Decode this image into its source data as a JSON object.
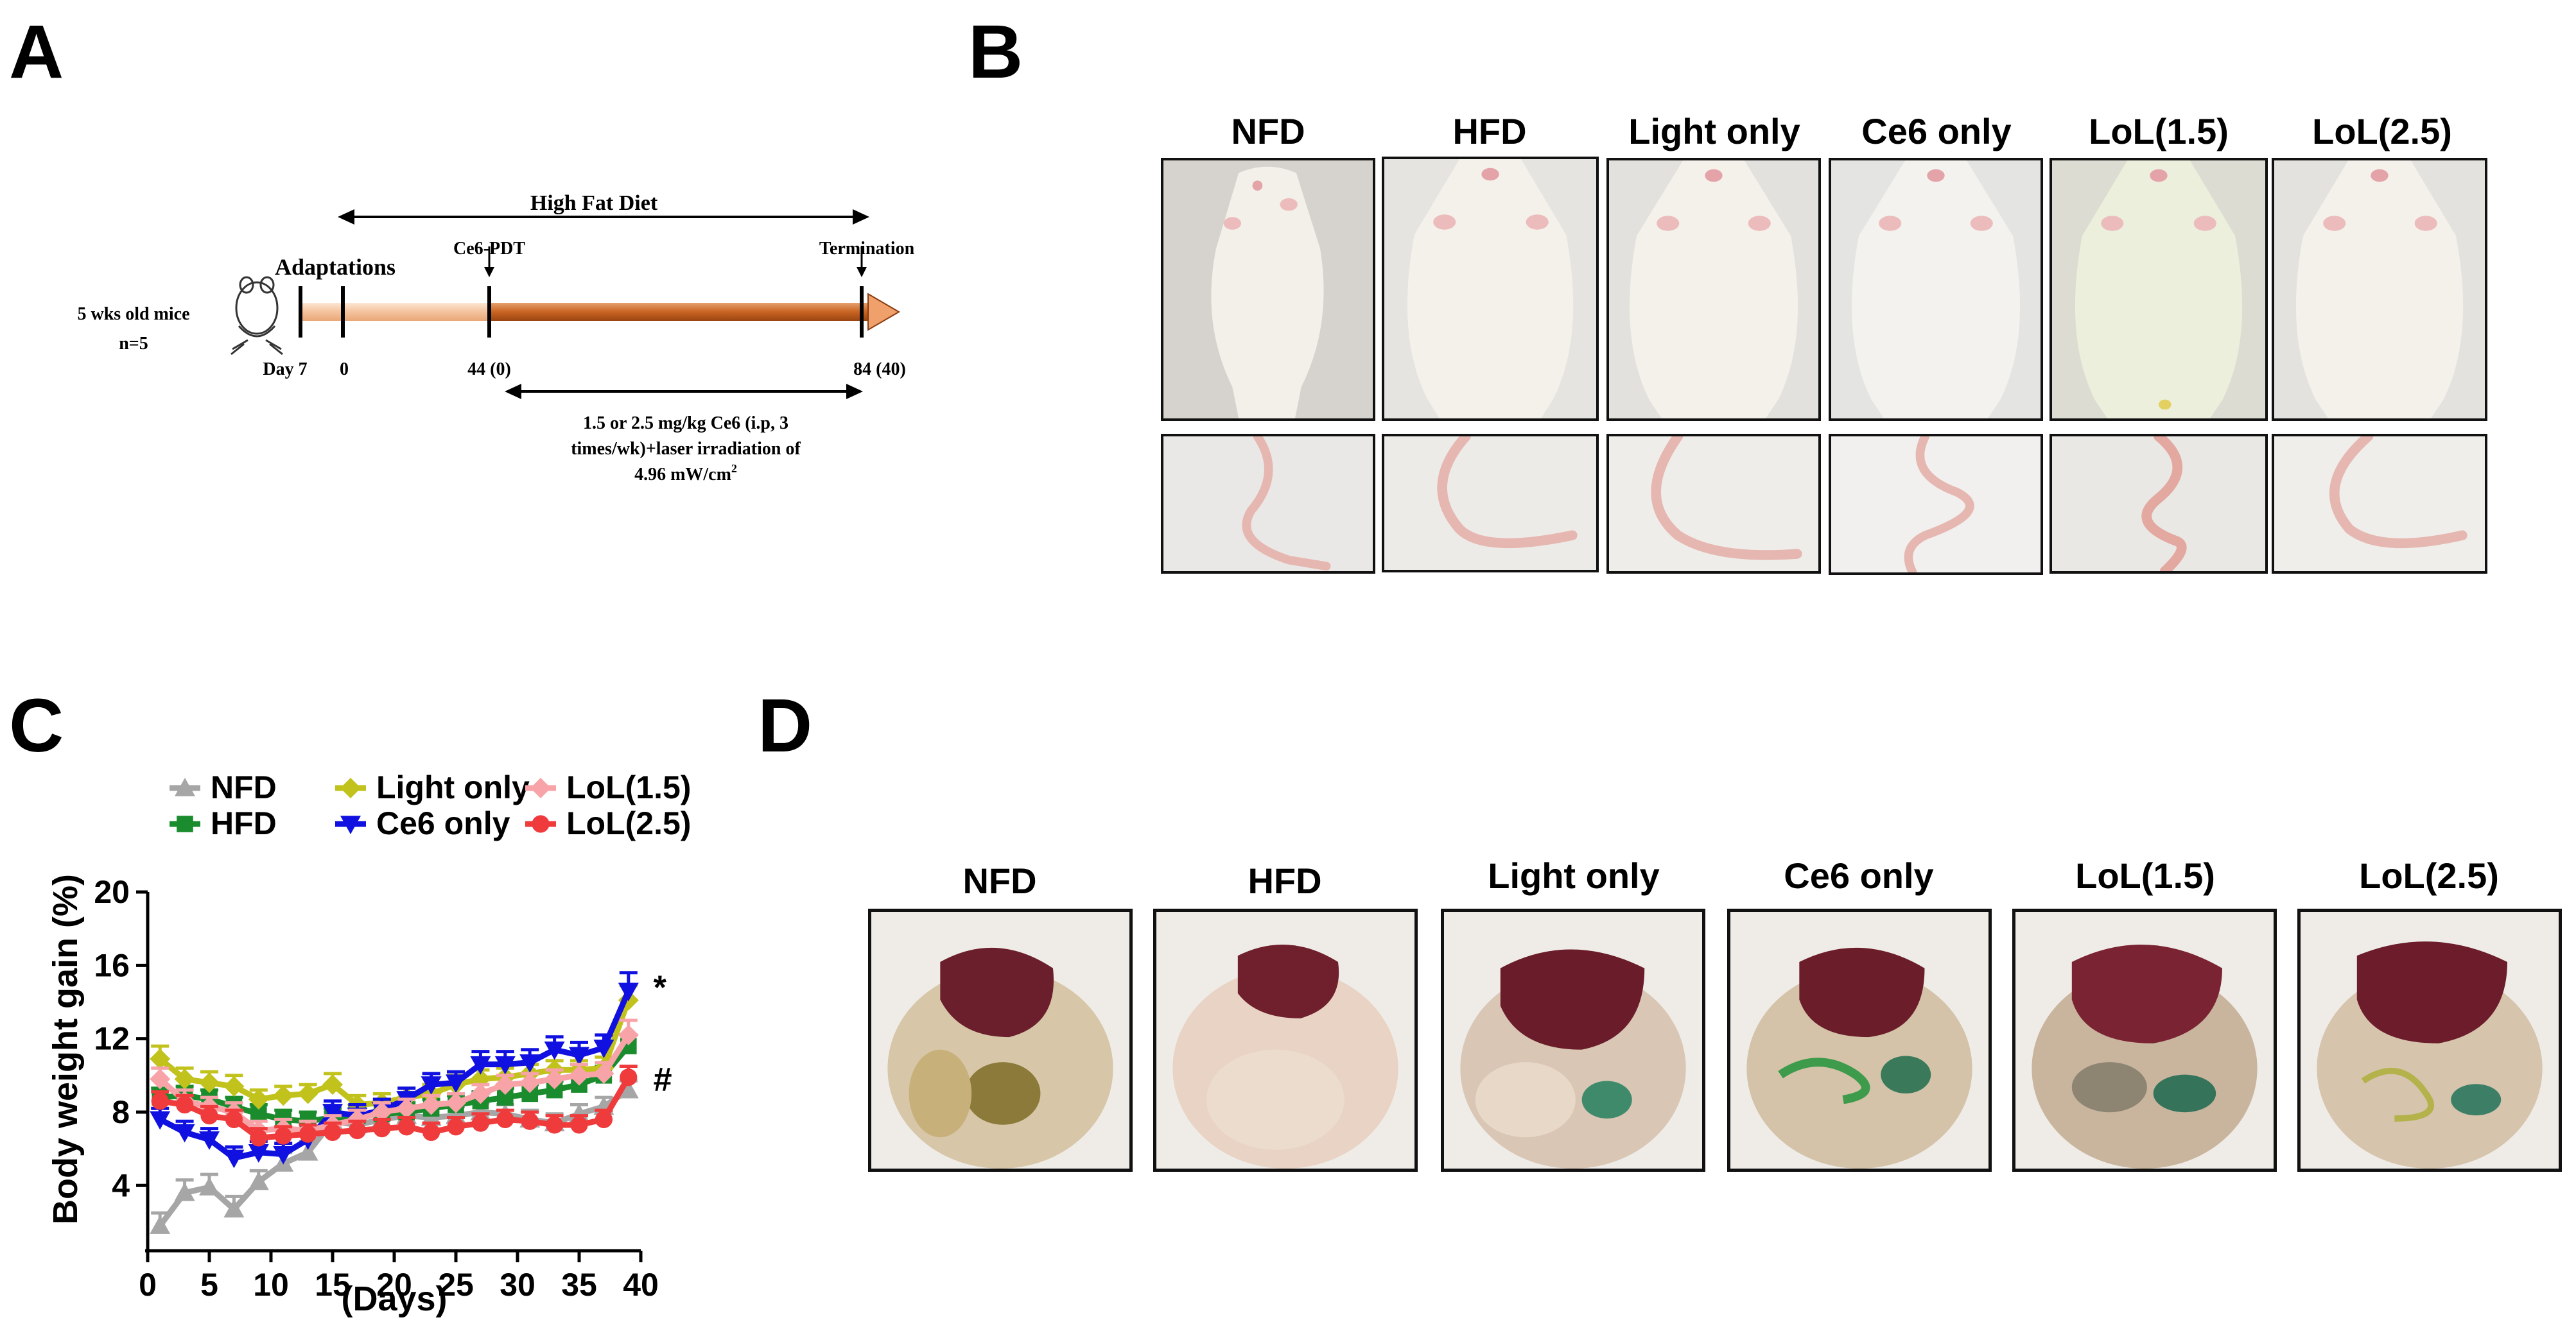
{
  "panels": {
    "a": {
      "letter": "A",
      "diet_label": "High Fat Diet",
      "adaptations_label": "Adaptations",
      "ce6_pdt_label": "Ce6-PDT",
      "termination_label": "Termination",
      "mice_label": "5 wks old mice",
      "n_label": "n=5",
      "tick_day7": "Day 7",
      "tick_0": "0",
      "tick_44": "44 (0)",
      "tick_84": "84 (40)",
      "treatment_line1": "1.5 or 2.5 mg/kg Ce6 (i.p, 3",
      "treatment_line2": "times/wk)+laser irradiation of",
      "treatment_line3_prefix": "4.96 mW/cm",
      "treatment_line3_sup": "2"
    },
    "b": {
      "letter": "B",
      "groups": [
        "NFD",
        "HFD",
        "Light only",
        "Ce6 only",
        "LoL(1.5)",
        "LoL(2.5)"
      ]
    },
    "c": {
      "letter": "C"
    },
    "d": {
      "letter": "D",
      "groups": [
        "NFD",
        "HFD",
        "Light only",
        "Ce6 only",
        "LoL(1.5)",
        "LoL(2.5)"
      ]
    }
  },
  "chart_data": {
    "type": "line",
    "xlabel": "(Days)",
    "ylabel": "Body weight gain (%)",
    "xlim": [
      0,
      40
    ],
    "ylim": [
      1,
      20
    ],
    "xticks": [
      0,
      5,
      10,
      15,
      20,
      25,
      30,
      35,
      40
    ],
    "yticks": [
      4,
      8,
      12,
      16,
      20
    ],
    "legend_position": "top-left",
    "annotations": [
      {
        "text": "*",
        "x": 40.5,
        "y": 14.8
      },
      {
        "text": "#",
        "x": 40.5,
        "y": 9.8
      }
    ],
    "x": [
      1,
      3,
      5,
      7,
      9,
      11,
      13,
      15,
      17,
      19,
      21,
      23,
      25,
      27,
      29,
      31,
      33,
      35,
      37,
      39
    ],
    "series": [
      {
        "name": "NFD",
        "color": "#a6a6a6",
        "marker": "triangle",
        "values": [
          1.8,
          3.6,
          3.9,
          2.7,
          4.2,
          5.2,
          5.8,
          7.5,
          7.3,
          7.6,
          7.8,
          7.7,
          7.8,
          8.0,
          7.9,
          7.6,
          7.4,
          7.9,
          8.3,
          9.2
        ],
        "errors": [
          0.7,
          0.7,
          0.7,
          0.7,
          0.6,
          0.6,
          0.6,
          0.5,
          0.5,
          0.5,
          0.5,
          0.5,
          0.5,
          0.5,
          0.5,
          0.5,
          0.5,
          0.5,
          0.5,
          0.5
        ]
      },
      {
        "name": "HFD",
        "color": "#1a8c2e",
        "marker": "square",
        "values": [
          8.8,
          8.9,
          8.7,
          8.3,
          7.9,
          7.6,
          7.5,
          7.7,
          7.8,
          7.9,
          8.0,
          8.2,
          8.4,
          8.6,
          8.8,
          9.0,
          9.2,
          9.5,
          10.0,
          11.6
        ],
        "errors": [
          0.5,
          0.5,
          0.5,
          0.5,
          0.5,
          0.5,
          0.5,
          0.5,
          0.5,
          0.5,
          0.5,
          0.5,
          0.5,
          0.5,
          0.5,
          0.5,
          0.5,
          0.5,
          0.5,
          0.6
        ]
      },
      {
        "name": "Light only",
        "color": "#c2c21c",
        "marker": "diamond",
        "values": [
          10.9,
          9.8,
          9.6,
          9.4,
          8.7,
          8.9,
          9.0,
          9.5,
          8.4,
          8.5,
          8.8,
          9.0,
          9.5,
          9.8,
          9.9,
          10.1,
          10.3,
          10.3,
          10.4,
          14.1
        ],
        "errors": [
          0.7,
          0.6,
          0.6,
          0.6,
          0.5,
          0.5,
          0.5,
          0.6,
          0.5,
          0.5,
          0.5,
          0.5,
          0.5,
          0.5,
          0.5,
          0.5,
          0.5,
          0.5,
          0.6,
          0.8
        ]
      },
      {
        "name": "Ce6 only",
        "color": "#1010e0",
        "marker": "tri-down",
        "values": [
          7.6,
          6.9,
          6.5,
          5.5,
          5.8,
          5.7,
          6.5,
          8.0,
          7.8,
          8.1,
          8.7,
          9.5,
          9.6,
          10.6,
          10.6,
          10.7,
          11.4,
          11.1,
          11.5,
          14.6
        ],
        "errors": [
          0.6,
          0.6,
          0.6,
          0.6,
          0.6,
          0.6,
          0.6,
          0.6,
          0.6,
          0.6,
          0.6,
          0.6,
          0.6,
          0.7,
          0.7,
          0.7,
          0.7,
          0.7,
          0.7,
          1.0
        ]
      },
      {
        "name": "LoL(1.5)",
        "color": "#f7a3a8",
        "marker": "diamond",
        "values": [
          9.8,
          8.6,
          8.3,
          8.0,
          7.0,
          7.1,
          7.0,
          7.3,
          7.6,
          8.0,
          8.2,
          8.4,
          8.5,
          9.0,
          9.5,
          9.6,
          9.8,
          10.0,
          10.1,
          12.2
        ],
        "errors": [
          0.6,
          0.6,
          0.5,
          0.5,
          0.5,
          0.5,
          0.5,
          0.5,
          0.5,
          0.5,
          0.5,
          0.5,
          0.5,
          0.5,
          0.5,
          0.5,
          0.5,
          0.6,
          0.6,
          0.8
        ]
      },
      {
        "name": "LoL(2.5)",
        "color": "#ef3b3b",
        "marker": "circle",
        "values": [
          8.6,
          8.4,
          7.8,
          7.6,
          6.6,
          6.7,
          6.8,
          6.9,
          7.0,
          7.1,
          7.2,
          6.9,
          7.2,
          7.4,
          7.6,
          7.5,
          7.3,
          7.3,
          7.6,
          9.9
        ],
        "errors": [
          0.5,
          0.5,
          0.5,
          0.5,
          0.5,
          0.5,
          0.5,
          0.5,
          0.5,
          0.5,
          0.5,
          0.5,
          0.5,
          0.5,
          0.5,
          0.5,
          0.5,
          0.5,
          0.5,
          0.6
        ]
      }
    ]
  }
}
